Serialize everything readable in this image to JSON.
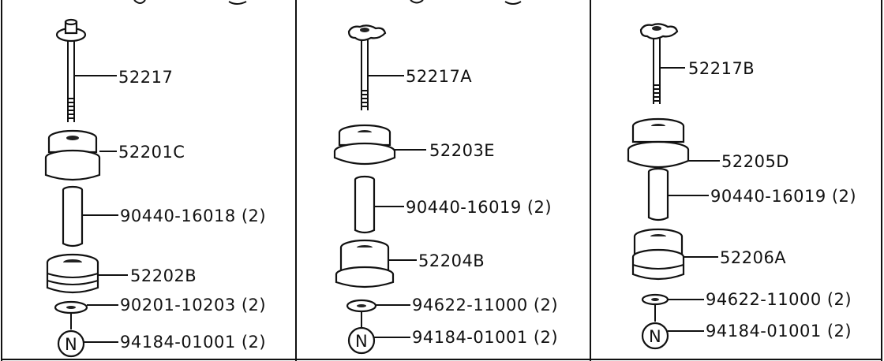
{
  "panels": [
    {
      "bolt": "52217",
      "upper_cushion": "52201C",
      "collar": "90440-16018 (2)",
      "lower_cushion": "52202B",
      "washer": "90201-10203 (2)",
      "nut": "94184-01001 (2)"
    },
    {
      "bolt": "52217A",
      "upper_cushion": "52203E",
      "collar": "90440-16019 (2)",
      "lower_cushion": "52204B",
      "washer": "94622-11000 (2)",
      "nut": "94184-01001 (2)"
    },
    {
      "bolt": "52217B",
      "upper_cushion": "52205D",
      "collar": "90440-16019 (2)",
      "lower_cushion": "52206A",
      "washer": "94622-11000 (2)",
      "nut": "94184-01001 (2)"
    }
  ],
  "nut_symbol": "N"
}
